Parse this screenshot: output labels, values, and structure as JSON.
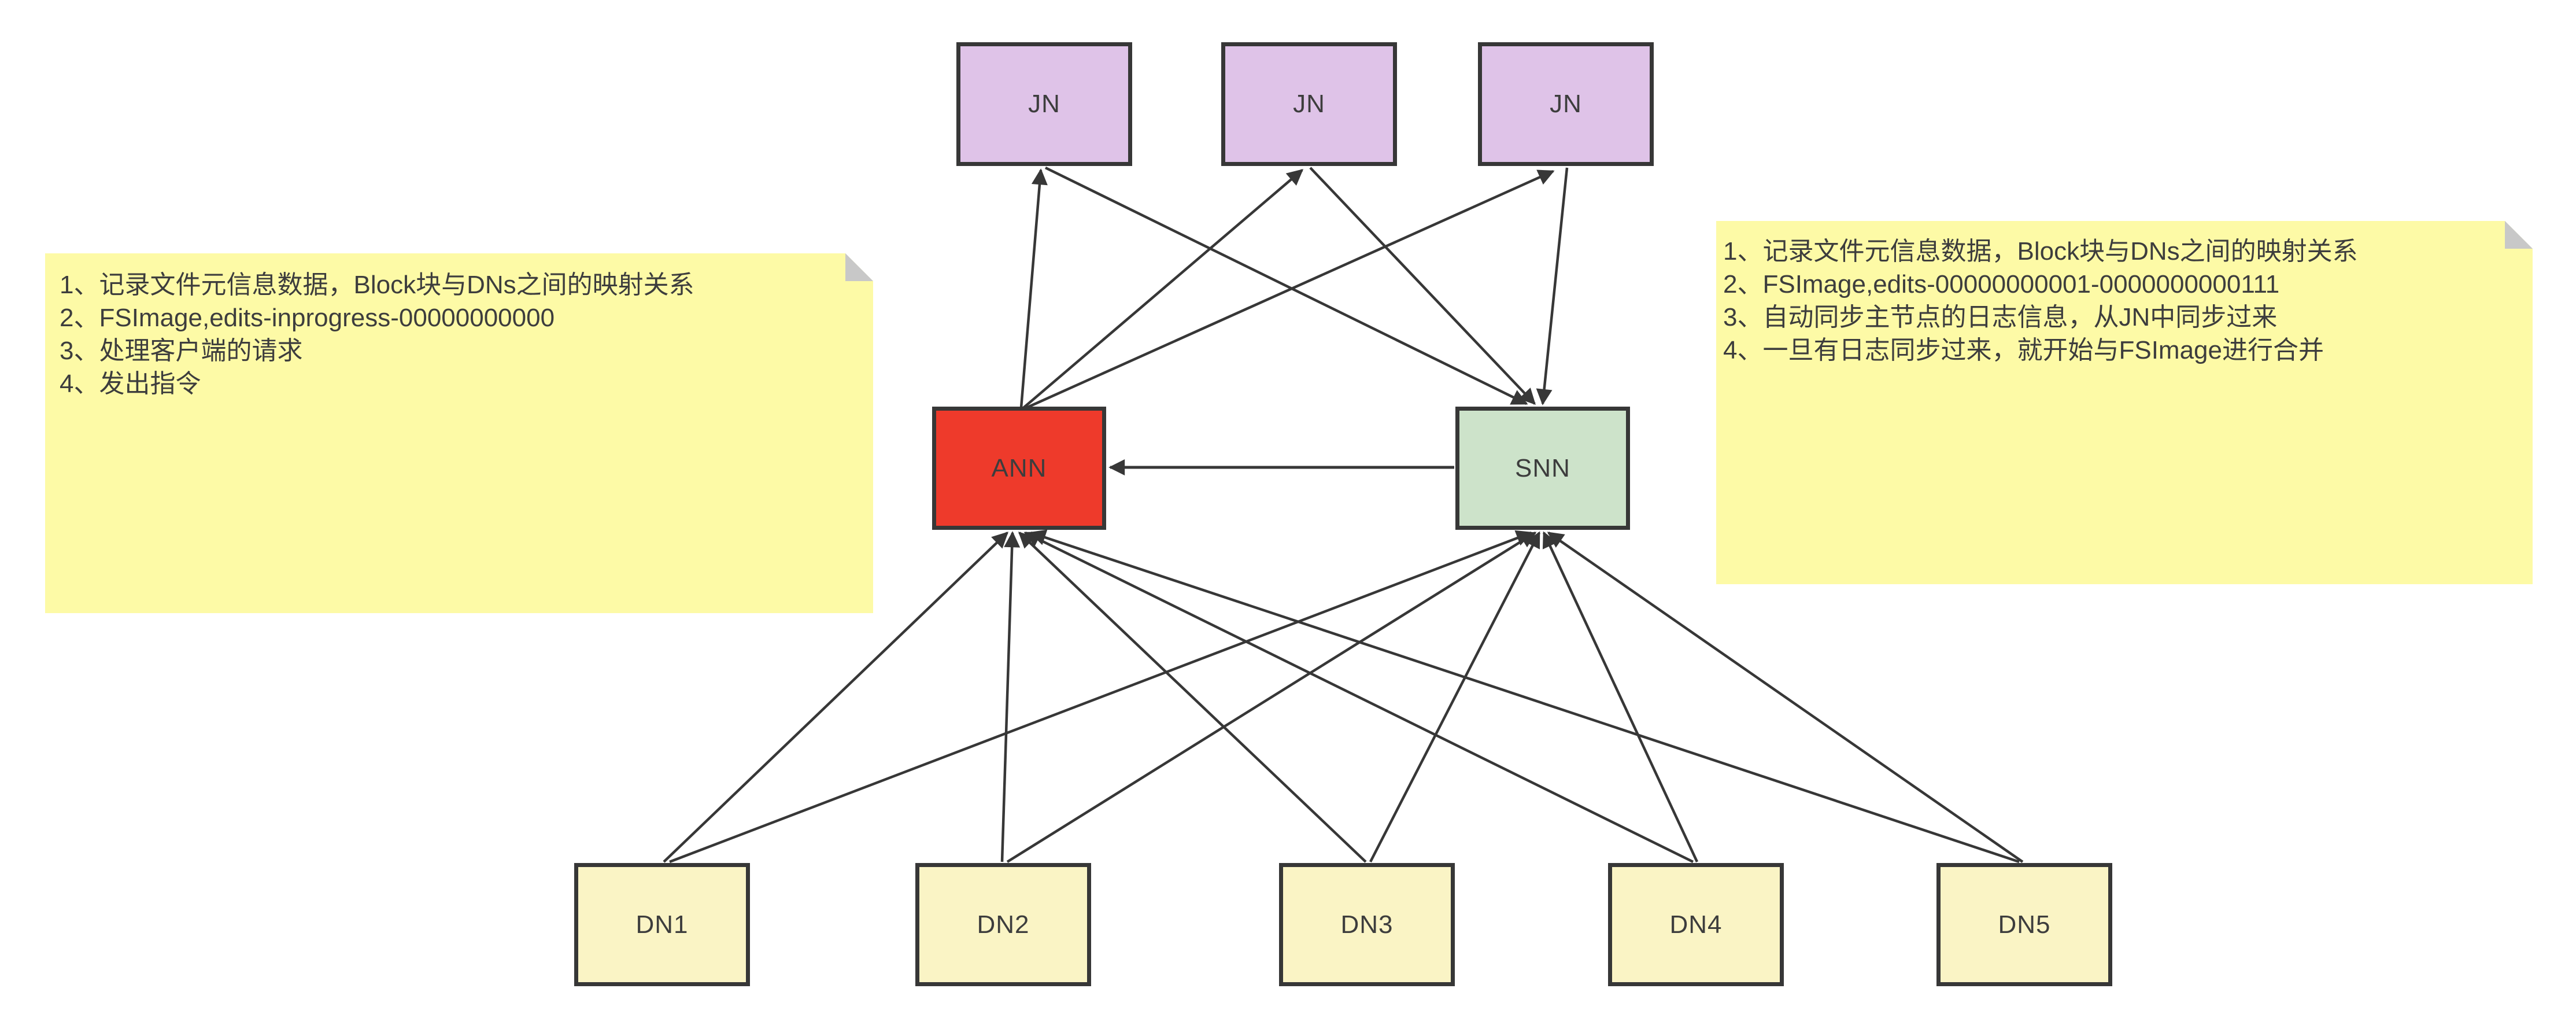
{
  "diagram": {
    "type": "hdfs-ha-architecture",
    "nodes": {
      "jn": [
        "JN",
        "JN",
        "JN"
      ],
      "ann": "ANN",
      "snn": "SNN",
      "dn": [
        "DN1",
        "DN2",
        "DN3",
        "DN4",
        "DN5"
      ]
    },
    "edges": [
      {
        "from": "ANN",
        "to": "JN1"
      },
      {
        "from": "ANN",
        "to": "JN2"
      },
      {
        "from": "ANN",
        "to": "JN3"
      },
      {
        "from": "JN1",
        "to": "SNN"
      },
      {
        "from": "JN2",
        "to": "SNN"
      },
      {
        "from": "JN3",
        "to": "SNN"
      },
      {
        "from": "SNN",
        "to": "ANN"
      },
      {
        "from": "DN1",
        "to": "ANN"
      },
      {
        "from": "DN2",
        "to": "ANN"
      },
      {
        "from": "DN3",
        "to": "ANN"
      },
      {
        "from": "DN4",
        "to": "ANN"
      },
      {
        "from": "DN5",
        "to": "ANN"
      },
      {
        "from": "DN1",
        "to": "SNN"
      },
      {
        "from": "DN2",
        "to": "SNN"
      },
      {
        "from": "DN3",
        "to": "SNN"
      },
      {
        "from": "DN4",
        "to": "SNN"
      },
      {
        "from": "DN5",
        "to": "SNN"
      }
    ],
    "notes": {
      "left": {
        "lines": [
          "1、记录文件元信息数据，Block块与DNs之间的映射关系",
          "2、FSImage,edits-inprogress-00000000000",
          "3、处理客户端的请求",
          "4、发出指令"
        ]
      },
      "right": {
        "lines": [
          "1、记录文件元信息数据，Block块与DNs之间的映射关系",
          "2、FSImage,edits-00000000001-0000000000111",
          "3、自动同步主节点的日志信息，从JN中同步过来",
          "4、一旦有日志同步过来，就开始与FSImage进行合并"
        ]
      }
    },
    "colors": {
      "jn_fill": "#dfc3e8",
      "ann_fill": "#ee3a2b",
      "snn_fill": "#cde3ca",
      "dn_fill": "#faf4c5",
      "note_fill": "#fdfaa6",
      "fold_shadow": "#c8c8c8",
      "line": "#373737",
      "text": "#3d3d3d",
      "background": "#ffffff"
    }
  }
}
